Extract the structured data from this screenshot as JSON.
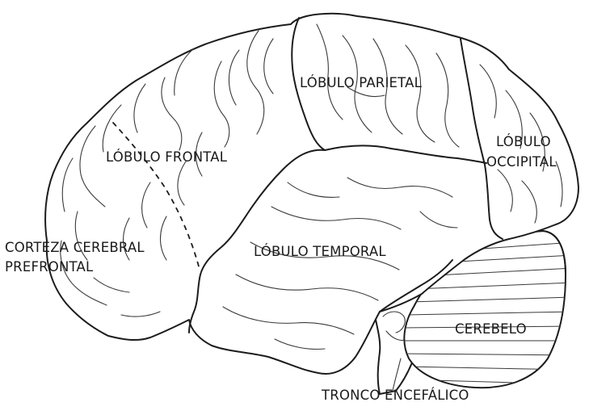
{
  "labels": {
    "frontal": "LÓBULO FRONTAL",
    "parietal": "LÓBULO PARIETAL",
    "occipital_line1": "LÓBULO",
    "occipital_line2": "OCCIPITAL",
    "temporal": "LÓBULO TEMPORAL",
    "prefrontal_line1": "CORTEZA CEREBRAL",
    "prefrontal_line2": "PREFRONTAL",
    "cerebellum": "CEREBELO",
    "brainstem": "TRONCO ENCEFÁLICO"
  }
}
